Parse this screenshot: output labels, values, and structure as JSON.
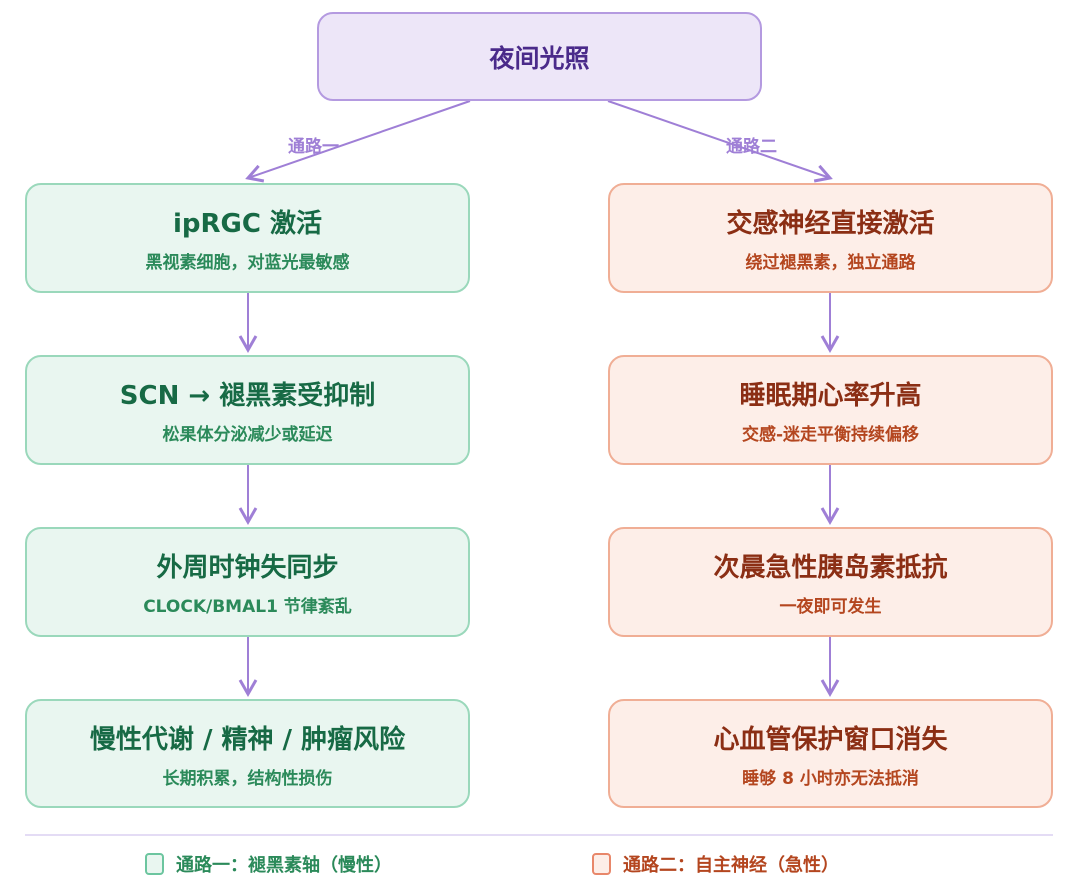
{
  "root": {
    "title": "夜间光照"
  },
  "edges": {
    "left": "通路一",
    "right": "通路二"
  },
  "left": [
    {
      "title": "ipRGC 激活",
      "sub": "黑视素细胞，对蓝光最敏感"
    },
    {
      "title": "SCN → 褪黑素受抑制",
      "sub": "松果体分泌减少或延迟"
    },
    {
      "title": "外周时钟失同步",
      "sub": "CLOCK/BMAL1 节律紊乱"
    },
    {
      "title": "慢性代谢 / 精神 / 肿瘤风险",
      "sub": "长期积累，结构性损伤"
    }
  ],
  "right": [
    {
      "title": "交感神经直接激活",
      "sub": "绕过褪黑素，独立通路"
    },
    {
      "title": "睡眠期心率升高",
      "sub": "交感-迷走平衡持续偏移"
    },
    {
      "title": "次晨急性胰岛素抵抗",
      "sub": "一夜即可发生"
    },
    {
      "title": "心血管保护窗口消失",
      "sub": "睡够 8 小时亦无法抵消"
    }
  ],
  "legend": [
    "通路一：褪黑素轴（慢性）",
    "通路二：自主神经（急性）"
  ],
  "colors": {
    "green": "#176a45",
    "orange": "#8b2e14",
    "purple": "#9f7fd6"
  }
}
